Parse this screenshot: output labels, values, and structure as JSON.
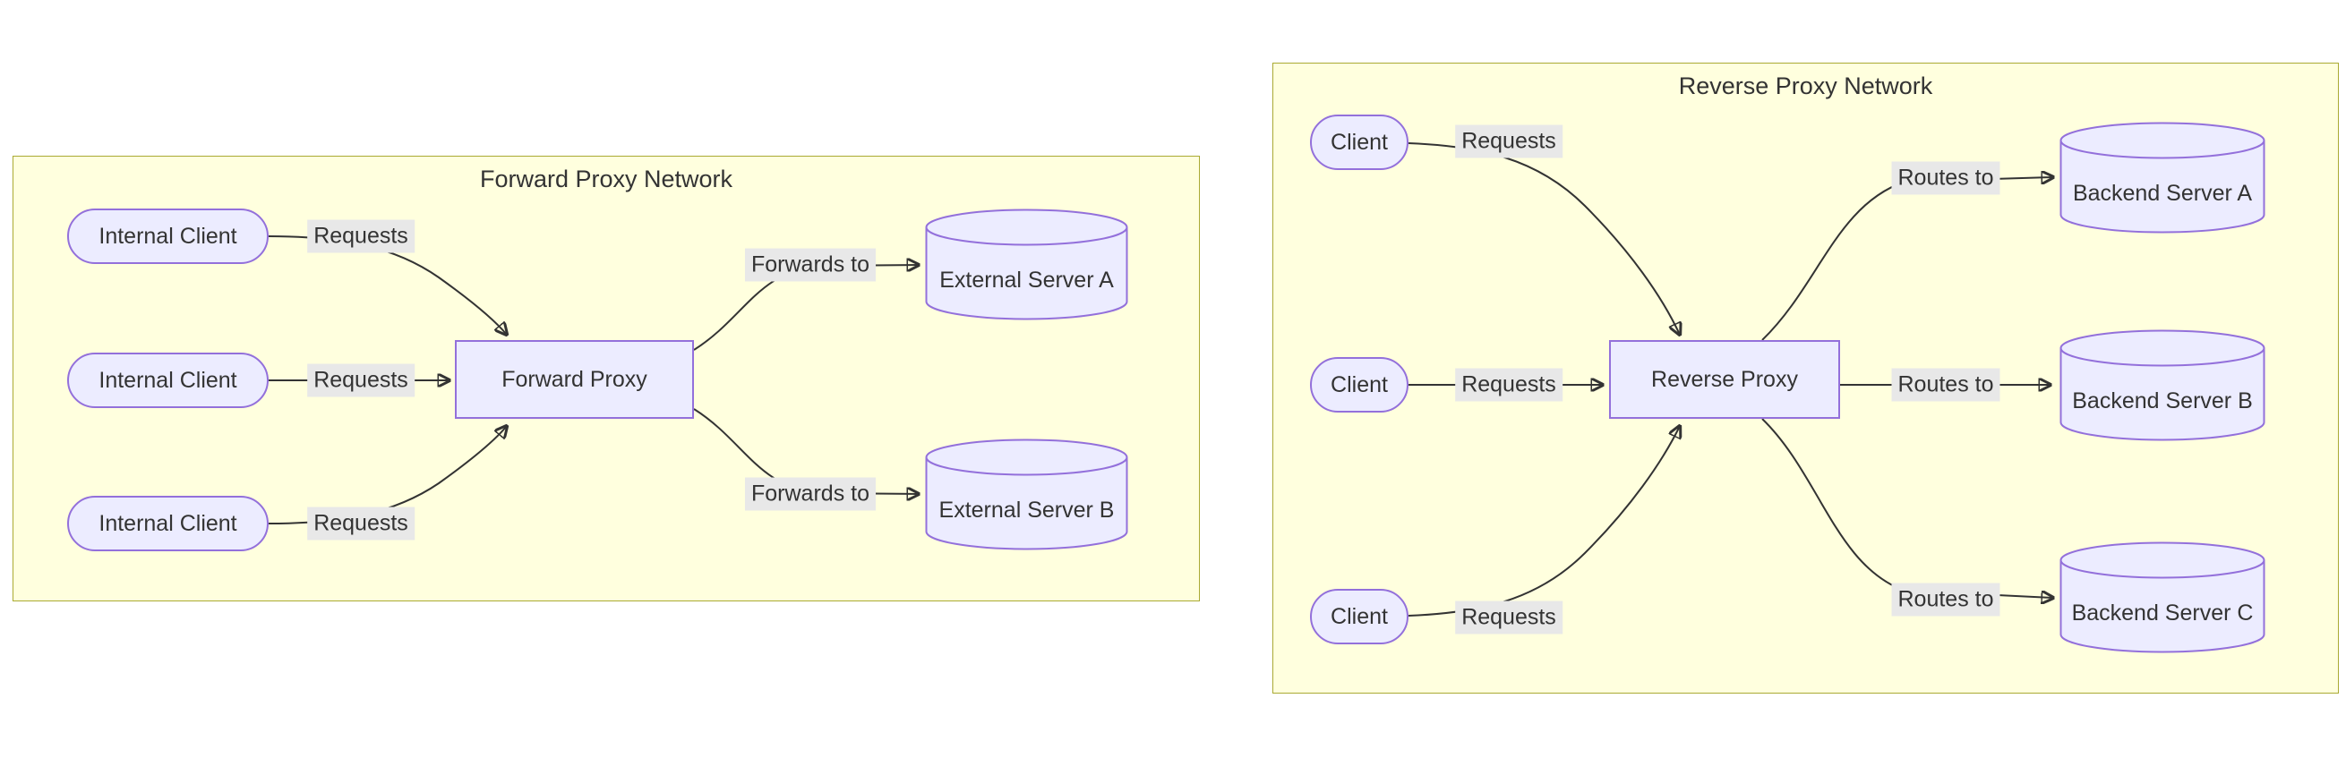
{
  "colors": {
    "background": "#ffffff",
    "subgraph_fill": "#ffffde",
    "subgraph_border": "#aaaa33",
    "node_fill": "#ececff",
    "node_border": "#9370db",
    "edge_line": "#333333",
    "edge_label_bg": "#e8e8e8",
    "text": "#333333"
  },
  "forward_network": {
    "title": "Forward Proxy Network",
    "client_label": "Internal Client",
    "proxy_label": "Forward Proxy",
    "server_a_label": "External Server A",
    "server_b_label": "External Server B",
    "edge_request_label": "Requests",
    "edge_forward_label": "Forwards to"
  },
  "reverse_network": {
    "title": "Reverse Proxy Network",
    "client_label": "Client",
    "proxy_label": "Reverse Proxy",
    "server_a_label": "Backend Server A",
    "server_b_label": "Backend Server B",
    "server_c_label": "Backend Server C",
    "edge_request_label": "Requests",
    "edge_route_label": "Routes to"
  }
}
